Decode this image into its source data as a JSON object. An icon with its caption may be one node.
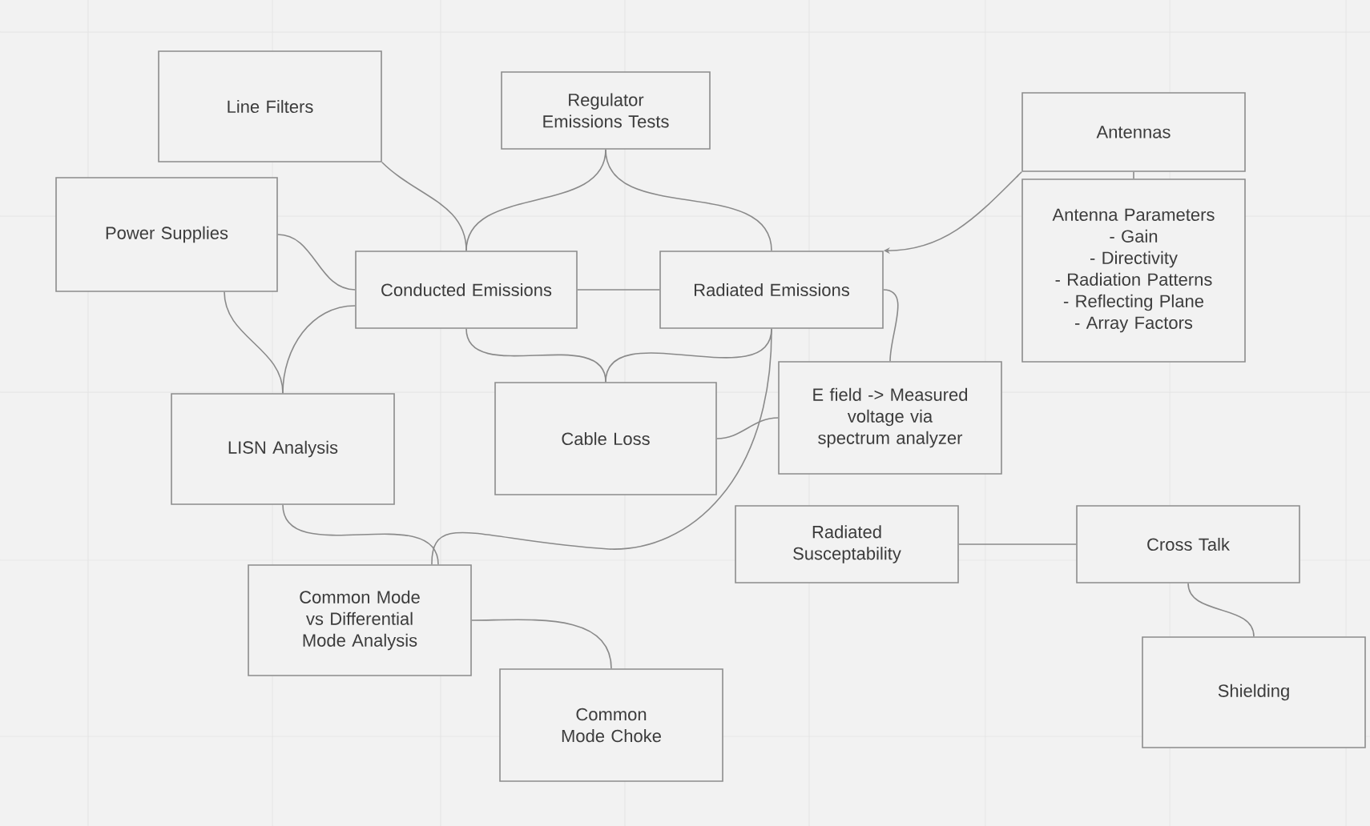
{
  "diagram": {
    "nodes": [
      {
        "text": [
          "Line Filters"
        ]
      },
      {
        "text": [
          "Regulator Emissions Tests"
        ]
      },
      {
        "text": [
          "Antennas"
        ]
      },
      {
        "text": [
          "Antenna Parameters",
          "- Gain",
          "- Directivity",
          "- Radiation Patterns",
          "- Reflecting Plane",
          "- Array Factors"
        ]
      },
      {
        "text": [
          "Power Supplies"
        ]
      },
      {
        "text": [
          "Conducted Emissions"
        ]
      },
      {
        "text": [
          "Radiated Emissions"
        ]
      },
      {
        "text": [
          "LISN Analysis"
        ]
      },
      {
        "text": [
          "Cable Loss"
        ]
      },
      {
        "text": [
          "E field -> Measured voltage via spectrum analyzer"
        ]
      },
      {
        "text": [
          "Radiated Susceptability"
        ]
      },
      {
        "text": [
          "Cross Talk"
        ]
      },
      {
        "text": [
          "Common Mode vs Differential Mode Analysis"
        ]
      },
      {
        "text": [
          "Common Mode Choke"
        ]
      },
      {
        "text": [
          "Shielding"
        ]
      }
    ],
    "edges": [
      {
        "from": 0,
        "to": 5,
        "arrow": "none"
      },
      {
        "from": 1,
        "to": 5,
        "arrow": "none"
      },
      {
        "from": 1,
        "to": 6,
        "arrow": "none"
      },
      {
        "from": 2,
        "to": 6,
        "arrow": "to"
      },
      {
        "from": 2,
        "to": 3,
        "arrow": "none"
      },
      {
        "from": 4,
        "to": 5,
        "arrow": "none"
      },
      {
        "from": 4,
        "to": 7,
        "arrow": "none"
      },
      {
        "from": 5,
        "to": 7,
        "arrow": "none"
      },
      {
        "from": 5,
        "to": 6,
        "arrow": "none"
      },
      {
        "from": 5,
        "to": 8,
        "arrow": "none"
      },
      {
        "from": 6,
        "to": 8,
        "arrow": "none"
      },
      {
        "from": 6,
        "to": 9,
        "arrow": "none"
      },
      {
        "from": 8,
        "to": 9,
        "arrow": "none"
      },
      {
        "from": 6,
        "to": 12,
        "arrow": "none"
      },
      {
        "from": 7,
        "to": 12,
        "arrow": "none"
      },
      {
        "from": 12,
        "to": 13,
        "arrow": "none"
      },
      {
        "from": 10,
        "to": 11,
        "arrow": "none"
      },
      {
        "from": 11,
        "to": 14,
        "arrow": "none"
      }
    ]
  }
}
